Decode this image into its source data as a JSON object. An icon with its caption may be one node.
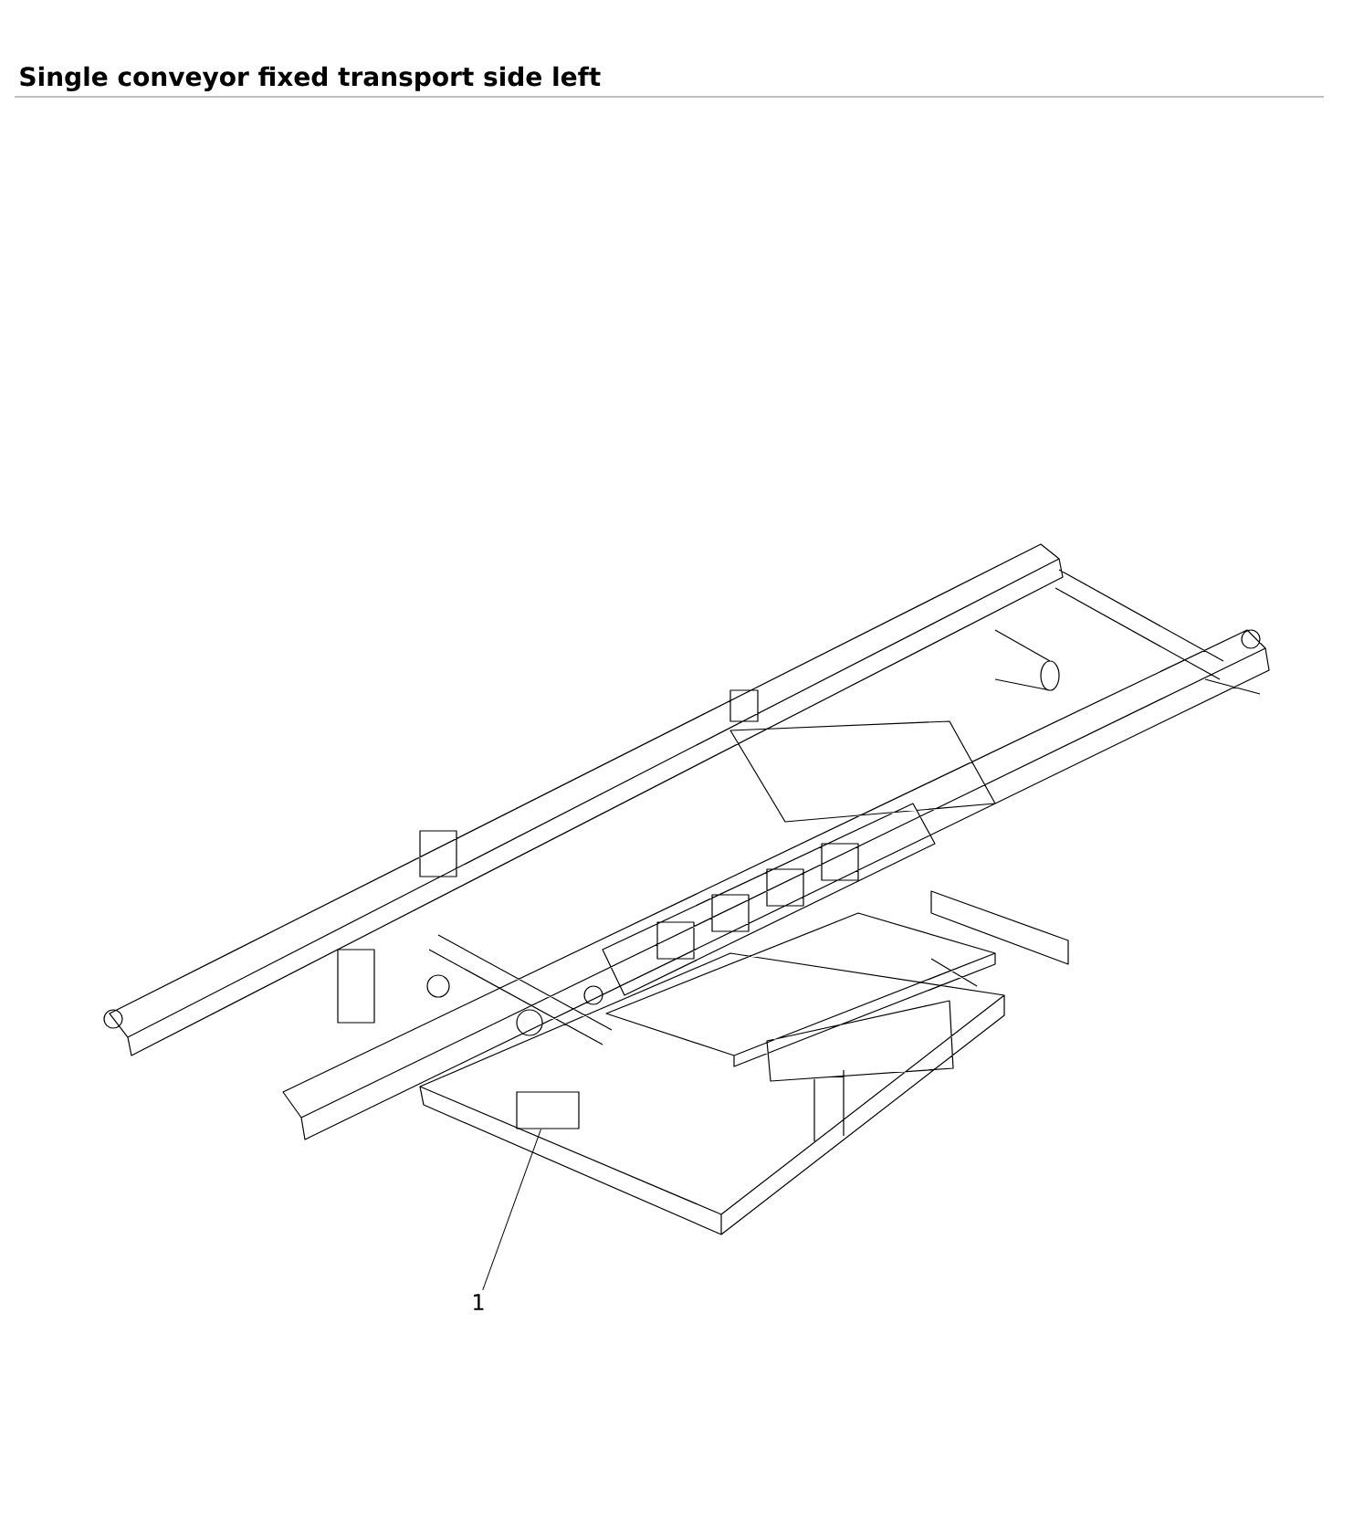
{
  "diagram": {
    "title": "Single conveyor fixed transport side left",
    "nodes": [
      {
        "text": [
          "1"
        ]
      },
      {
        "text": [],
        "shape": "box"
      }
    ],
    "edges": [
      {
        "from": 0,
        "to": 1,
        "arrow": "none"
      }
    ]
  }
}
